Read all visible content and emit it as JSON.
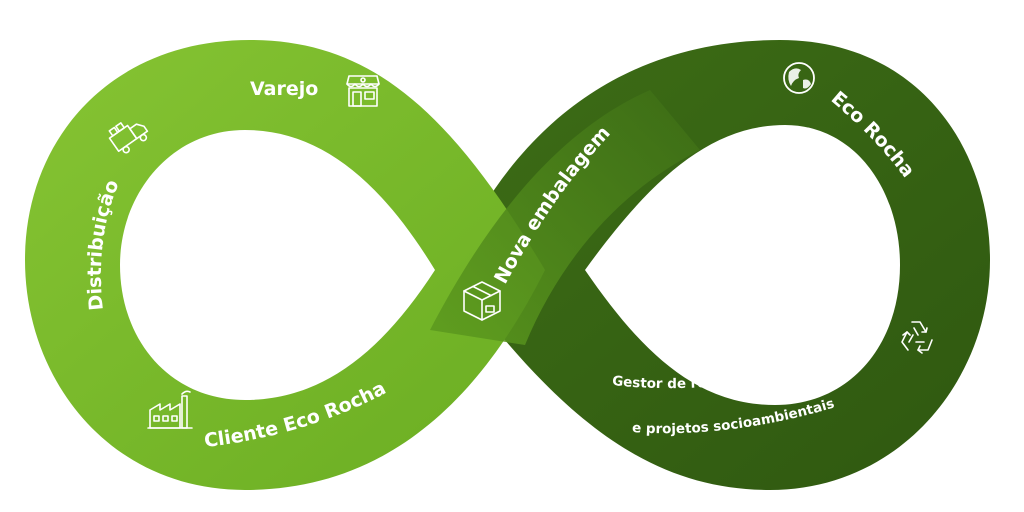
{
  "diagram": {
    "colors": {
      "left_loop": "#6aad22",
      "left_loop_light": "#86c433",
      "right_loop": "#3d6d16",
      "right_loop_dark": "#2f5810",
      "label": "#ffffff"
    },
    "labels": {
      "varejo": "Varejo",
      "distribuicao": "Distribuição",
      "cliente": "Cliente Eco Rocha",
      "nova_embalagem": "Nova embalagem",
      "eco_rocha": "Eco Rocha",
      "gestor_line1": "Gestor de resíduos, cooperativas",
      "gestor_line2": "e projetos socioambientais"
    },
    "icons": {
      "varejo": "storefront-icon",
      "distribuicao": "delivery-truck-icon",
      "cliente": "factory-icon",
      "nova_embalagem": "package-box-icon",
      "eco_rocha": "globe-leaf-icon",
      "gestor": "recycle-icon"
    }
  }
}
